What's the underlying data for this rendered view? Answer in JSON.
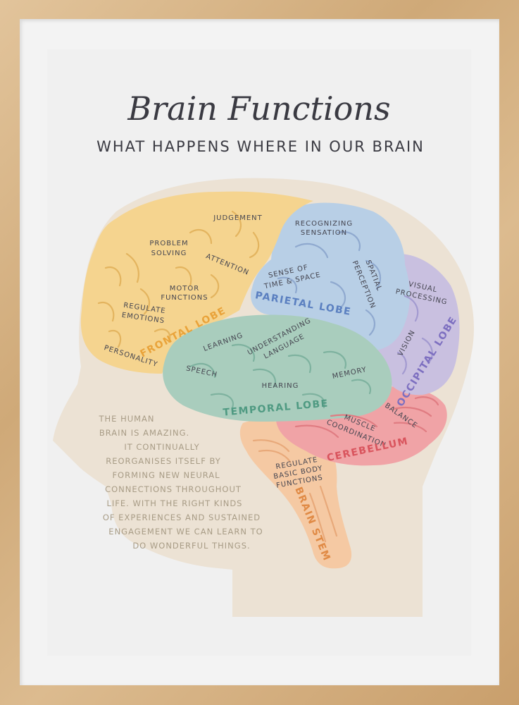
{
  "title": "Brain Functions",
  "subtitle": "WHAT HAPPENS WHERE IN OUR BRAIN",
  "colors": {
    "head": "#ece2d4",
    "frontal": "#f5d48f",
    "parietal": "#b8cfe6",
    "occipital": "#c9c0e0",
    "temporal": "#a9cdbd",
    "cerebellum": "#f0a3a6",
    "brain_stem": "#f5c9a3"
  },
  "lobes": {
    "frontal": {
      "name": "FRONTAL LOBE",
      "functions": [
        "JUDGEMENT",
        "PROBLEM",
        "SOLVING",
        "ATTENTION",
        "MOTOR",
        "FUNCTIONS",
        "REGULATE",
        "EMOTIONS",
        "PERSONALITY"
      ]
    },
    "parietal": {
      "name": "PARIETAL LOBE",
      "functions": [
        "RECOGNIZING",
        "SENSATION",
        "SENSE OF",
        "TIME & SPACE",
        "SPATIAL",
        "PERCEPTION"
      ]
    },
    "occipital": {
      "name": "OCCIPITAL LOBE",
      "functions": [
        "VISUAL",
        "PROCESSING",
        "VISION"
      ]
    },
    "temporal": {
      "name": "TEMPORAL LOBE",
      "functions": [
        "LEARNING",
        "UNDERSTANDING",
        "LANGUAGE",
        "SPEECH",
        "HEARING",
        "MEMORY"
      ]
    },
    "cerebellum": {
      "name": "CEREBELLUM",
      "functions": [
        "BALANCE",
        "MUSCLE",
        "COORDINATION"
      ]
    },
    "brain_stem": {
      "name": "BRAIN STEM",
      "functions": [
        "REGULATE",
        "BASIC BODY",
        "FUNCTIONS"
      ]
    }
  },
  "paragraph": [
    "THE HUMAN",
    "BRAIN IS AMAZING.",
    "IT CONTINUALLY",
    "REORGANISES ITSELF BY",
    "FORMING NEW NEURAL",
    "CONNECTIONS THROUGHOUT",
    "LIFE. WITH THE RIGHT KINDS",
    "OF EXPERIENCES AND SUSTAINED",
    "ENGAGEMENT WE CAN LEARN TO",
    "DO WONDERFUL THINGS."
  ]
}
